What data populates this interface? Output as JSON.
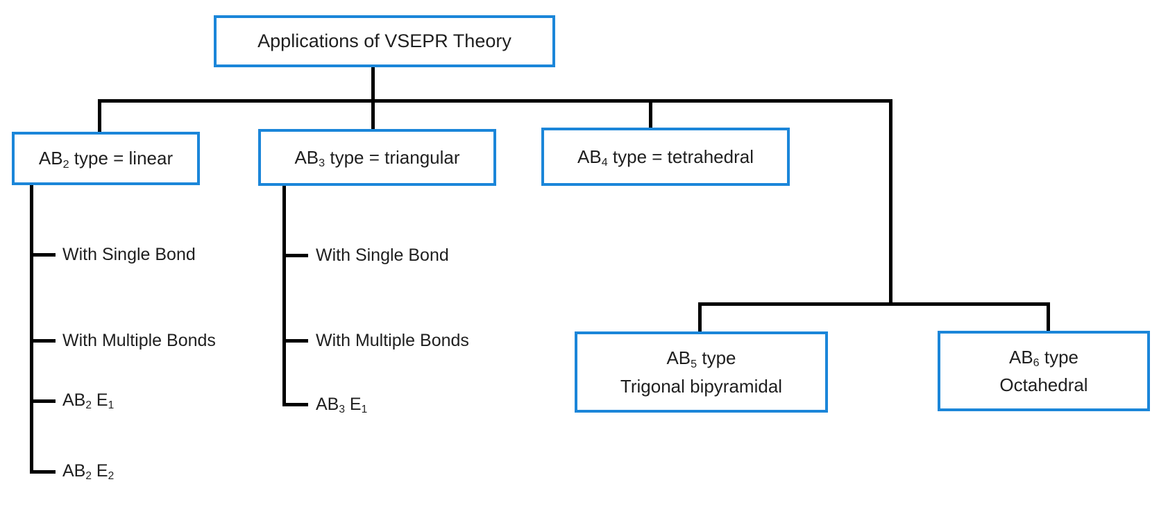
{
  "colors": {
    "box_border": "#1b86d9",
    "connector": "#000000",
    "text": "#1f1f1f"
  },
  "root": {
    "label": "Applications of VSEPR Theory"
  },
  "branches": {
    "ab2": {
      "base": "AB",
      "sub": "2",
      "suffix": " type = linear"
    },
    "ab3": {
      "base": "AB",
      "sub": "3",
      "suffix": " type = triangular"
    },
    "ab4": {
      "base": "AB",
      "sub": "4",
      "suffix": " type = tetrahedral"
    },
    "ab5": {
      "base": "AB",
      "sub": "5",
      "suffix": " type",
      "line2": "Trigonal bipyramidal"
    },
    "ab6": {
      "base": "AB",
      "sub": "6",
      "suffix": " type",
      "line2": "Octahedral"
    }
  },
  "ab2_children": {
    "item1": {
      "text": "With Single Bond"
    },
    "item2": {
      "text": "With Multiple Bonds"
    },
    "item3": {
      "base": "AB",
      "sub": "2",
      "mid": " E",
      "sub2": "1"
    },
    "item4": {
      "base": "AB",
      "sub": "2",
      "mid": " E",
      "sub2": "2"
    }
  },
  "ab3_children": {
    "item1": {
      "text": "With Single Bond"
    },
    "item2": {
      "text": "With Multiple Bonds"
    },
    "item3": {
      "base": "AB",
      "sub": "3",
      "mid": " E",
      "sub2": "1"
    }
  }
}
